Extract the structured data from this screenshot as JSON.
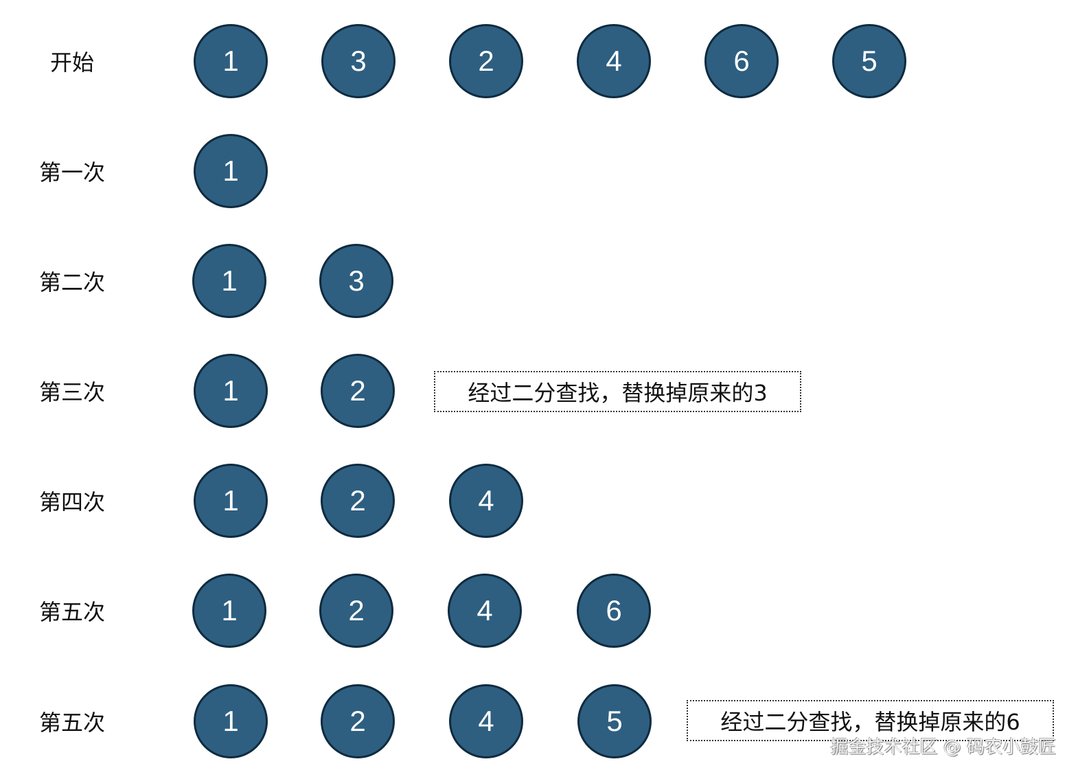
{
  "rows": [
    {
      "label": "开始",
      "values": [
        "1",
        "3",
        "2",
        "4",
        "6",
        "5"
      ]
    },
    {
      "label": "第一次",
      "values": [
        "1"
      ]
    },
    {
      "label": "第二次",
      "values": [
        "1",
        "3"
      ]
    },
    {
      "label": "第三次",
      "values": [
        "1",
        "2"
      ],
      "note": "经过二分查找，替换掉原来的3"
    },
    {
      "label": "第四次",
      "values": [
        "1",
        "2",
        "4"
      ]
    },
    {
      "label": "第五次",
      "values": [
        "1",
        "2",
        "4",
        "6"
      ]
    },
    {
      "label": "第五次",
      "values": [
        "1",
        "2",
        "4",
        "5"
      ],
      "note": "经过二分查找，替换掉原来的6"
    }
  ],
  "watermark": "掘金技术社区 @ 码农小鼓匠",
  "colors": {
    "node_fill": "#2e5f80",
    "node_border": "#0f2b40",
    "node_text": "#ffffff"
  }
}
